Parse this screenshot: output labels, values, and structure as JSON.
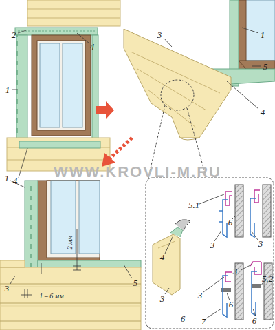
{
  "diagram": {
    "labels": [
      "2",
      "4",
      "1",
      "4",
      "3",
      "1",
      "5",
      "4",
      "WWW.KROVLI-M.RU",
      "1",
      "2 мм",
      "5",
      "3",
      "1 – 6 мм",
      "4",
      "5.1",
      "6",
      "3",
      "3",
      "3",
      "6",
      "7",
      "3",
      "5.2",
      "6",
      "3",
      "6"
    ]
  }
}
